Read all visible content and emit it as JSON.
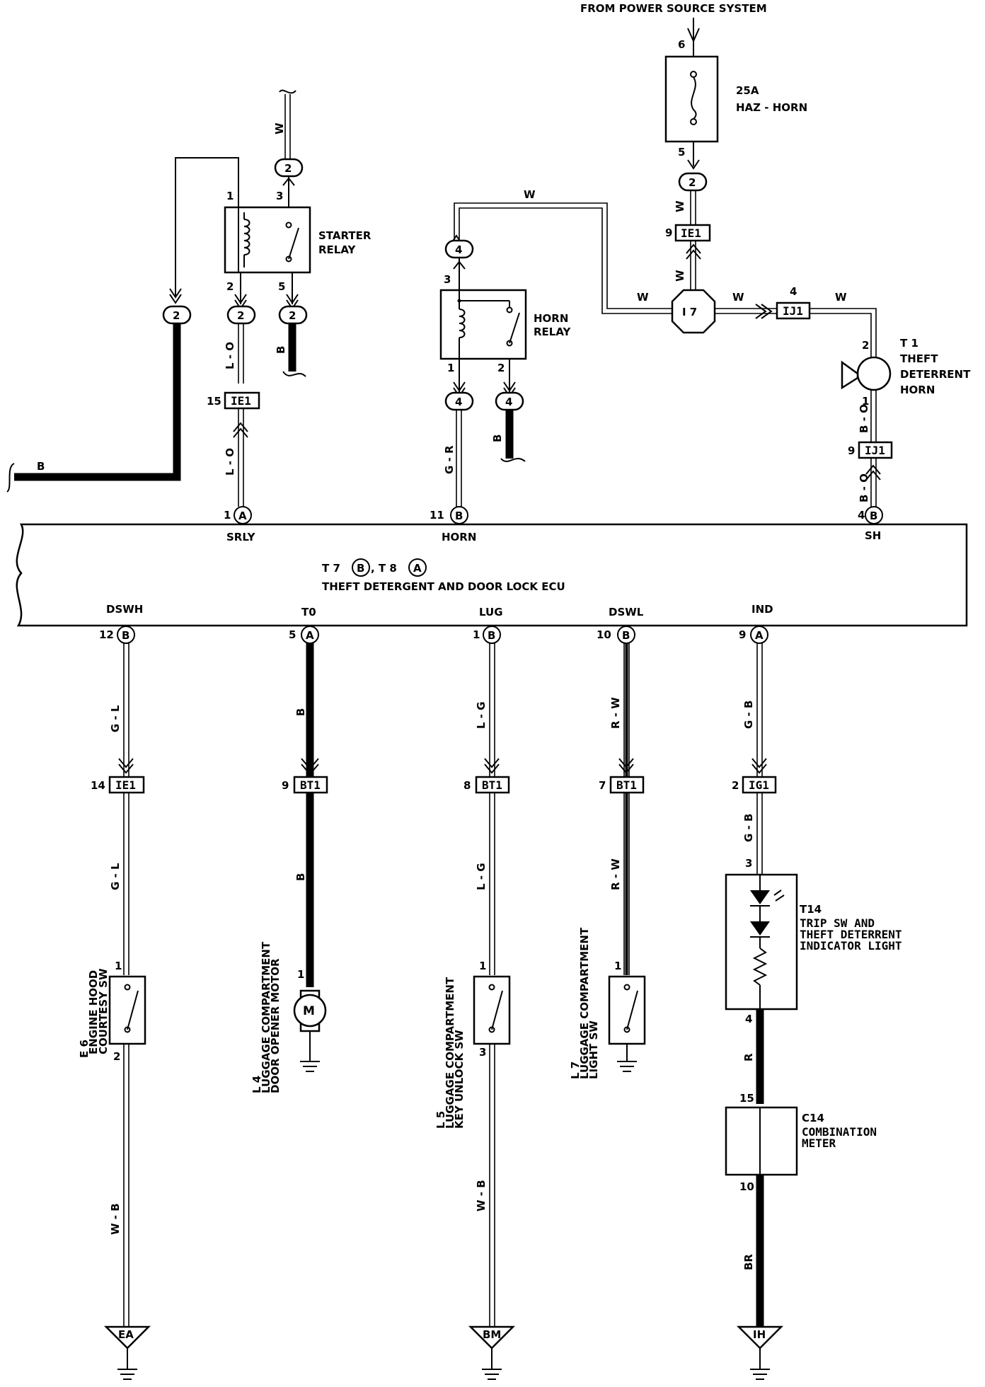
{
  "header": {
    "source": "FROM POWER SOURCE SYSTEM"
  },
  "fuse": {
    "rating": "25A",
    "name": "HAZ - HORN",
    "pin_in": "6",
    "pin_out": "5"
  },
  "starter_relay": {
    "label_1": "STARTER",
    "label_2": "RELAY",
    "pins": [
      "1",
      "3",
      "2",
      "5"
    ]
  },
  "horn_relay": {
    "label_1": "HORN",
    "label_2": "RELAY",
    "pins": [
      "3",
      "1",
      "2"
    ]
  },
  "theft_horn": {
    "code": "T 1",
    "label_1": "THEFT",
    "label_2": "DETERRENT",
    "label_3": "HORN",
    "pins": [
      "2",
      "1"
    ]
  },
  "junction": {
    "label": "I 7"
  },
  "ecu": {
    "title": "T 7",
    "title_b": "B",
    "title_sep": ", T 8",
    "title_a": "A",
    "name": "THEFT DETERGENT AND DOOR LOCK ECU",
    "top_terminals": [
      {
        "pin": "1",
        "conn": "A",
        "name": "SRLY"
      },
      {
        "pin": "11",
        "conn": "B",
        "name": "HORN"
      },
      {
        "pin": "4",
        "conn": "B",
        "name": "SH"
      }
    ],
    "bottom_terminals": [
      {
        "pin": "12",
        "conn": "B",
        "name": "DSWH"
      },
      {
        "pin": "5",
        "conn": "A",
        "name": "T0"
      },
      {
        "pin": "1",
        "conn": "B",
        "name": "LUG"
      },
      {
        "pin": "10",
        "conn": "B",
        "name": "DSWL"
      },
      {
        "pin": "9",
        "conn": "A",
        "name": "IND"
      }
    ]
  },
  "connectors": {
    "c2": "2",
    "c4": "4",
    "ie1": "IE1",
    "ij1": "IJ1",
    "bt1": "BT1",
    "ig1": "IG1",
    "ie1_pin_9": "9",
    "ie1_pin_15": "15",
    "ie1_pin_14": "14",
    "ij1_pin_4": "4",
    "ij1_pin_9": "9",
    "bt1_pin_9": "9",
    "bt1_pin_8": "8",
    "bt1_pin_7": "7",
    "ig1_pin_2": "2"
  },
  "wire_colors": {
    "w": "W",
    "b": "B",
    "lo": "L - O",
    "gr": "G - R",
    "bo": "B - O",
    "gl": "G - L",
    "lg": "L - G",
    "rw": "R - W",
    "gb": "G - B",
    "wb": "W - B",
    "r": "R",
    "br": "BR"
  },
  "components": {
    "e6": {
      "code": "E 6",
      "line_1": "ENGINE HOOD",
      "line_2": "COURTESY SW",
      "pins": [
        "1",
        "2"
      ]
    },
    "l4": {
      "code": "L 4",
      "line_1": "LUGGAGE COMPARTMENT",
      "line_2": "DOOR OPENER MOTOR",
      "pins": [
        "1"
      ],
      "motor": "M"
    },
    "l5": {
      "code": "L 5",
      "line_1": "LUGGAGE COMPARTMENT",
      "line_2": "KEY UNLOCK SW",
      "pins": [
        "1",
        "3"
      ]
    },
    "l7": {
      "code": "L 7",
      "line_1": "LUGGAGE COMPARTMENT",
      "line_2": "LIGHT SW",
      "pins": [
        "1"
      ]
    },
    "t14": {
      "code": "T14",
      "line_1": "TRIP SW AND",
      "line_2": "THEFT DETERRENT",
      "line_3": "INDICATOR LIGHT",
      "pins": [
        "3",
        "4"
      ]
    },
    "c14": {
      "code": "C14",
      "line_1": "COMBINATION",
      "line_2": "METER",
      "pins": [
        "15",
        "10"
      ]
    }
  },
  "grounds": {
    "ea": "EA",
    "bm": "BM",
    "ih": "IH"
  },
  "left_wire_color": "B"
}
